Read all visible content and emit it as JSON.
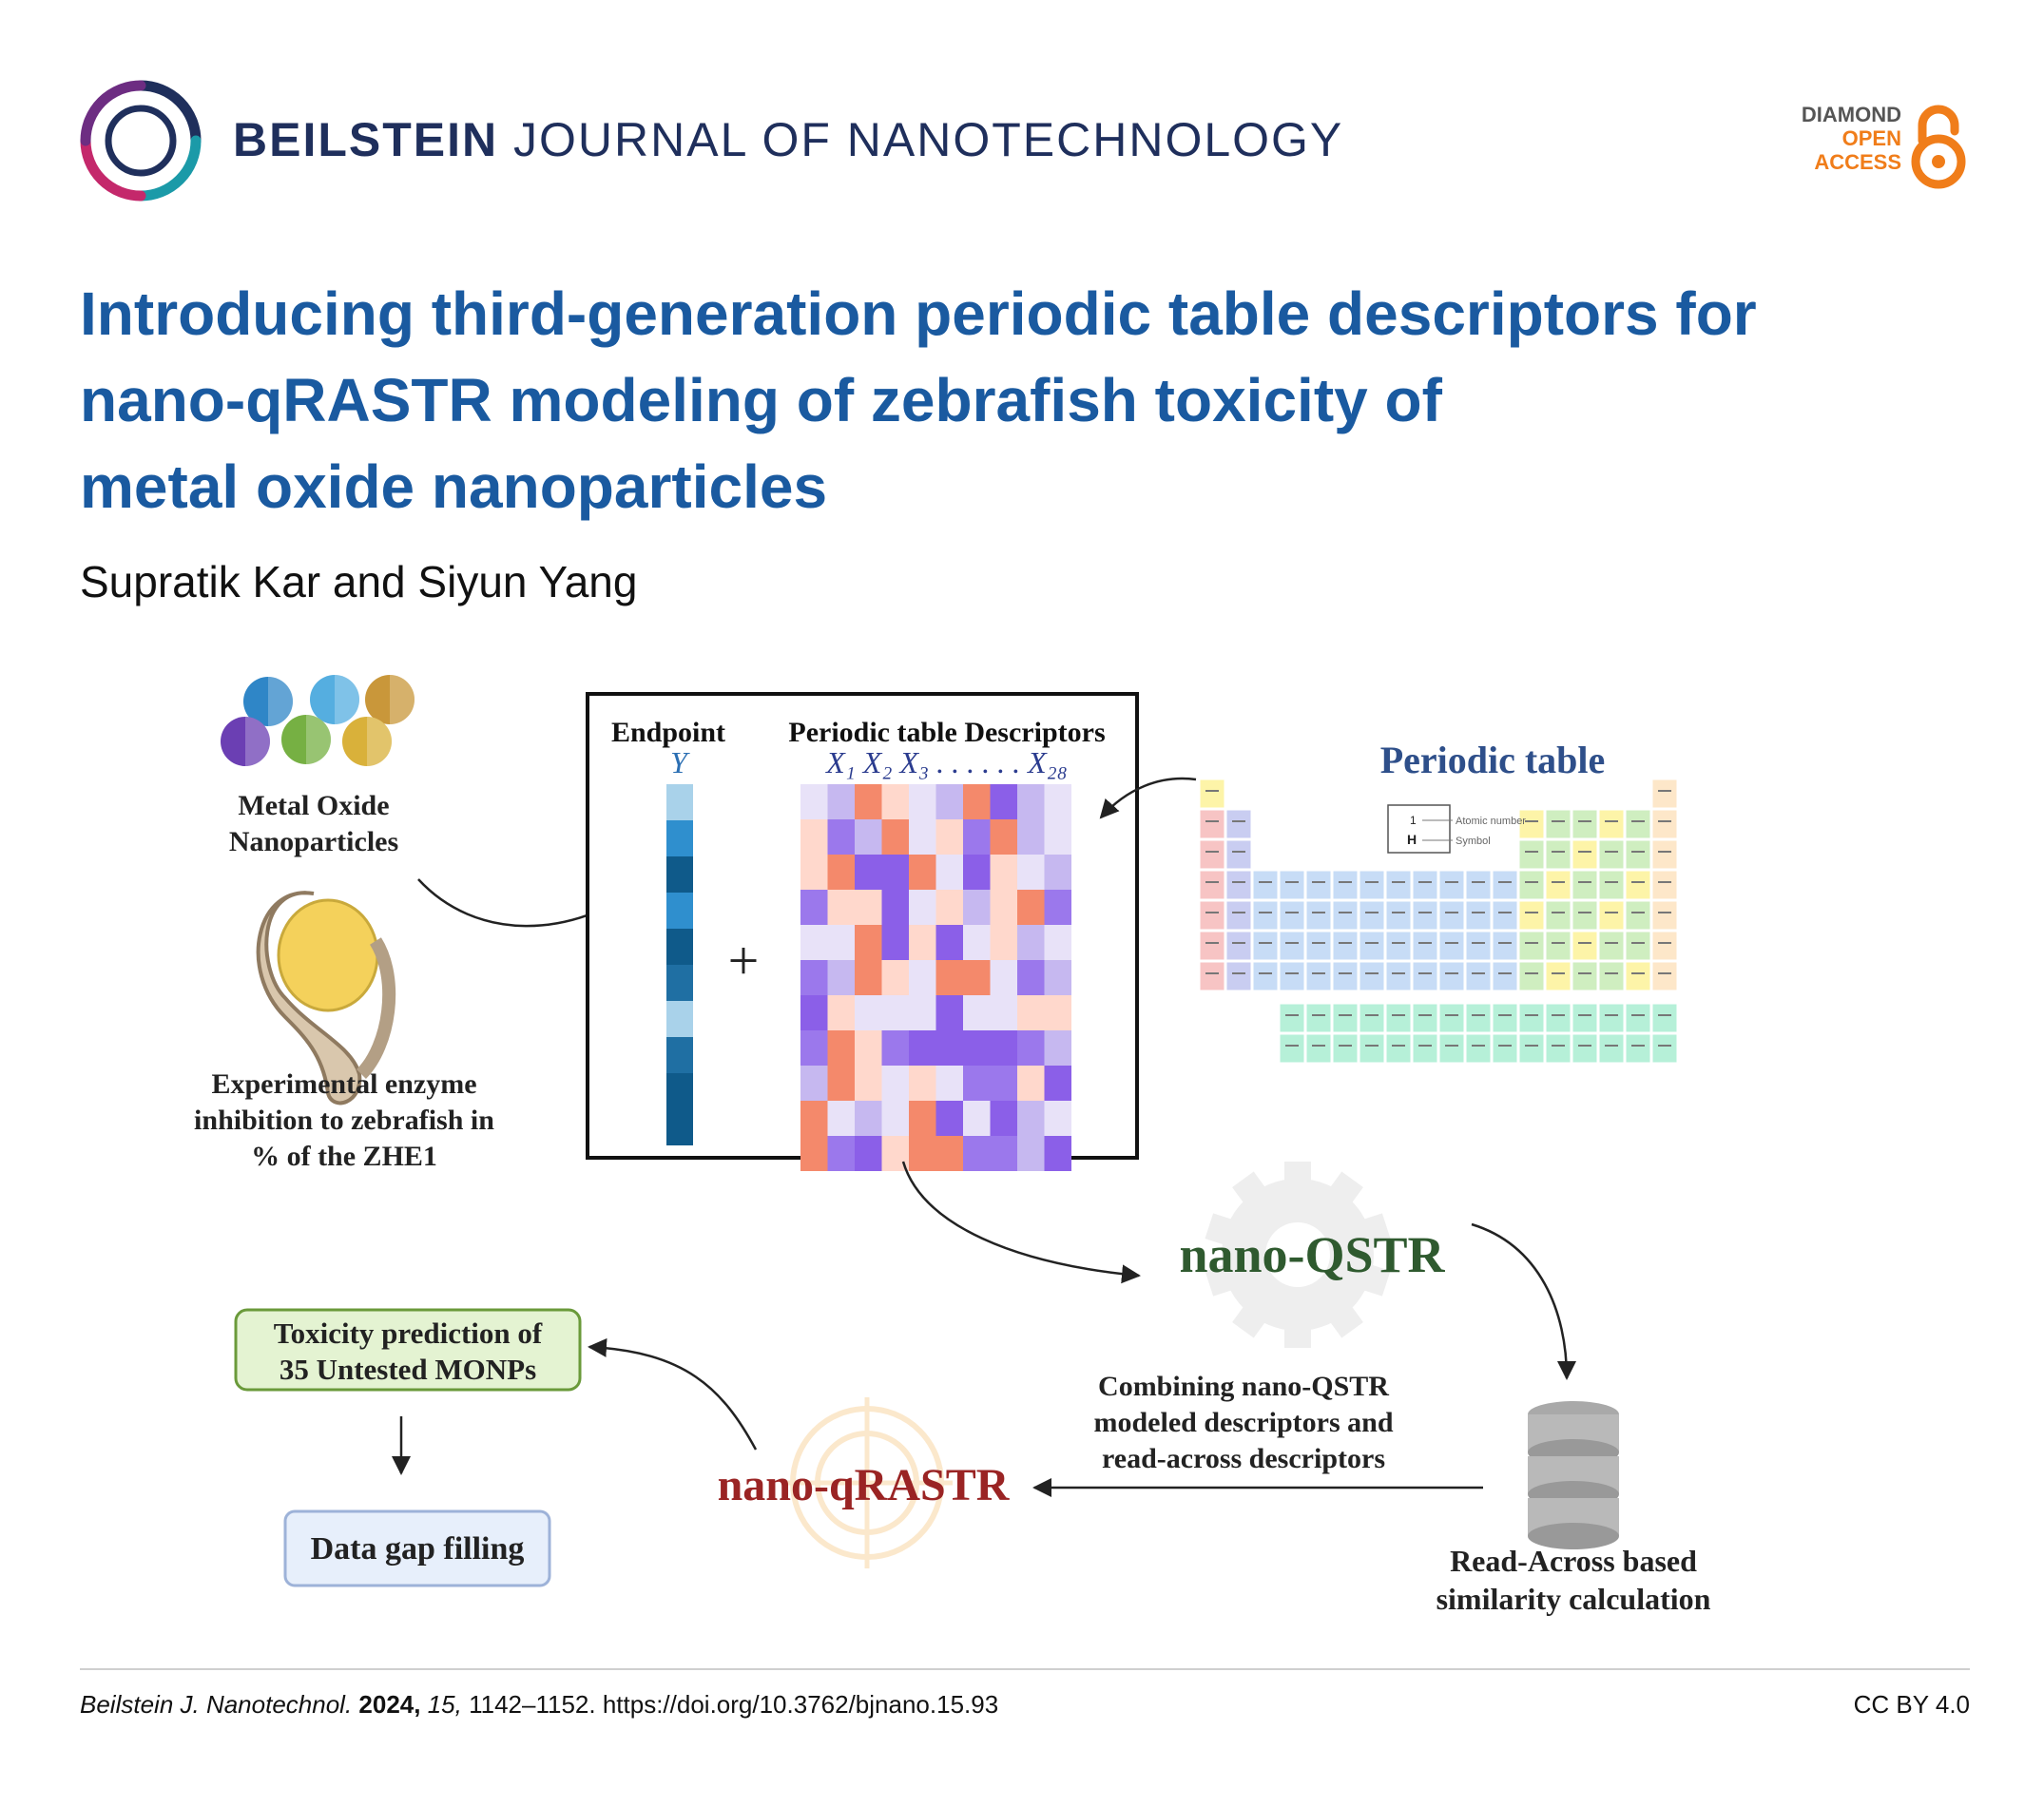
{
  "header": {
    "journal_bold": "BEILSTEIN",
    "journal_rest": " JOURNAL OF NANOTECHNOLOGY",
    "access_badge": {
      "line1": "DIAMOND",
      "line2": "OPEN",
      "line3": "ACCESS",
      "color": "#f07d1a"
    }
  },
  "article": {
    "title_lines": [
      "Introducing third-generation periodic table descriptors for",
      "nano-qRASTR modeling of zebrafish toxicity of",
      "metal oxide nanoparticles"
    ],
    "authors": "Supratik Kar and Siyun Yang"
  },
  "figure": {
    "mo_label_1": "Metal Oxide",
    "mo_label_2": "Nanoparticles",
    "exp_label_1": "Experimental enzyme",
    "exp_label_2": "inhibition to zebrafish in",
    "exp_label_3": "% of the ZHE1",
    "endpoint_header": "Endpoint",
    "descriptor_header": "Periodic table Descriptors",
    "y_symbol": "Y",
    "x_sequence": "X₁ X₂ X₃ . . . . . . X₂₈",
    "plus": "+",
    "periodic_title": "Periodic table",
    "legend_number": "1",
    "legend_symbol": "H",
    "legend_number_label": "Atomic number",
    "legend_symbol_label": "Symbol",
    "qstr_label": "nano-QSTR",
    "combine_1": "Combining nano-QSTR",
    "combine_2": "modeled descriptors and",
    "combine_3": "read-across descriptors",
    "readacross_1": "Read-Across based",
    "readacross_2": "similarity calculation",
    "qrastr_label": "nano-qRASTR",
    "tox_1": "Toxicity prediction of",
    "tox_2": "35 Untested MONPs",
    "gap_label": "Data gap filling",
    "nanoparticle_colors": [
      "#2f86c7",
      "#55aee0",
      "#c9973a",
      "#6b3fb3",
      "#76b043",
      "#d9b13a"
    ],
    "heat_colors": [
      "#f4896b",
      "#ffd8cc",
      "#e8e2f8",
      "#c6b8f0",
      "#9b78ec",
      "#8b5fe8"
    ],
    "endpoint_colors": [
      "#a9d2ea",
      "#2f8fce",
      "#0f5a8a",
      "#2f8fce",
      "#0f5a8a",
      "#1f6fa3",
      "#a9d2ea",
      "#1f6fa3",
      "#0f5a8a",
      "#0f5a8a"
    ]
  },
  "footer": {
    "journal_abbr": "Beilstein J. Nanotechnol.",
    "year": "2024,",
    "volume": "15,",
    "pages_doi": "1142–1152. https://doi.org/10.3762/bjnano.15.93",
    "license": "CC BY 4.0"
  }
}
